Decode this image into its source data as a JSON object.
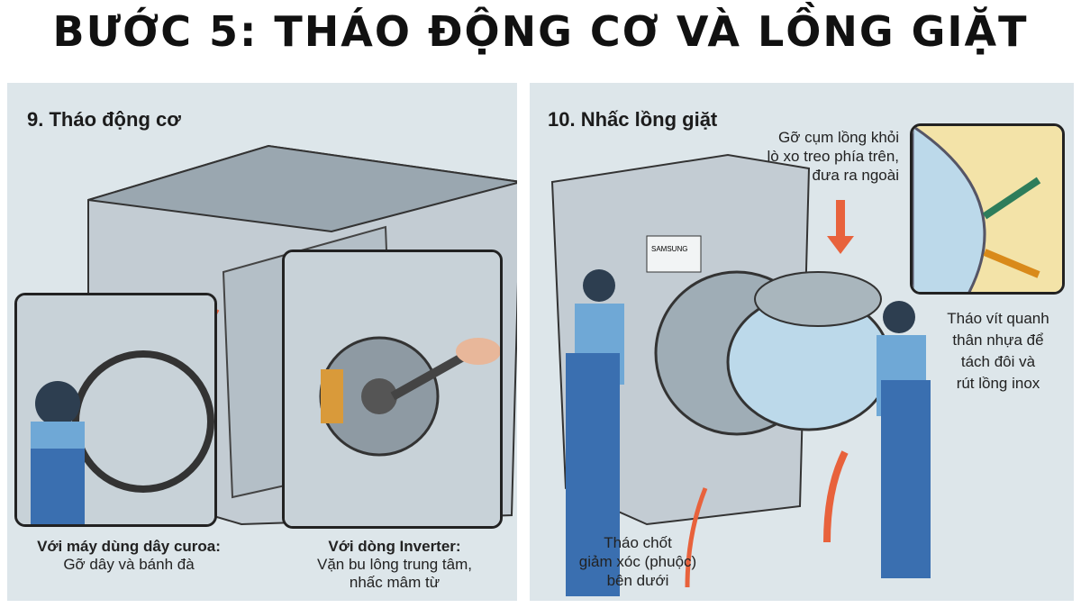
{
  "title": "Bước 5: Tháo động cơ và lồng giặt",
  "step9": {
    "heading": "9. Tháo động cơ",
    "caption_belt": {
      "bold": "Với máy dùng dây curoa:",
      "text": "Gỡ dây và bánh đà"
    },
    "caption_inverter": {
      "bold": "Với dòng Inverter:",
      "text1": "Vặn bu lông trung tâm,",
      "text2": "nhấc mâm từ"
    }
  },
  "step10": {
    "heading": "10. Nhấc lồng giặt",
    "note_top": [
      "Gỡ cụm lồng khỏi",
      "lò xo treo phía trên,",
      "đưa ra ngoài"
    ],
    "note_right": [
      "Tháo vít quanh",
      "thân nhựa để",
      "tách đôi và",
      "rút lồng inox"
    ],
    "note_bottom": [
      "Tháo chốt",
      "giảm xóc (phuộc)",
      "bên dưới"
    ],
    "brand": "SAMSUNG"
  },
  "colors": {
    "arrow": "#e8623c",
    "uniform": "#3a6fb0",
    "shirt": "#6fa8d6",
    "machine": "#c3ccd3"
  }
}
